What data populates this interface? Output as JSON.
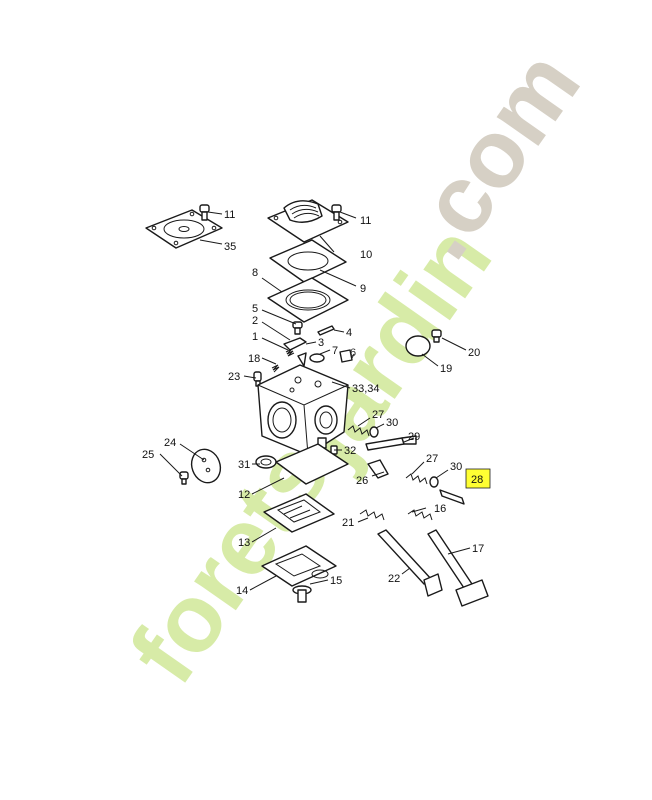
{
  "watermark": {
    "text_a": "forets",
    "text_b": "jardin",
    "text_c": ".com",
    "color_green": "#d7eba7",
    "color_orange": "#f7c48a",
    "color_grey": "#d6d0c5"
  },
  "highlight": {
    "label": "28",
    "color": "#ffff33"
  },
  "callouts": [
    {
      "id": "11a",
      "label": "11"
    },
    {
      "id": "35",
      "label": "35"
    },
    {
      "id": "11b",
      "label": "11"
    },
    {
      "id": "10",
      "label": "10"
    },
    {
      "id": "9",
      "label": "9"
    },
    {
      "id": "8",
      "label": "8"
    },
    {
      "id": "5",
      "label": "5"
    },
    {
      "id": "2",
      "label": "2"
    },
    {
      "id": "4",
      "label": "4"
    },
    {
      "id": "1",
      "label": "1"
    },
    {
      "id": "3",
      "label": "3"
    },
    {
      "id": "7",
      "label": "7"
    },
    {
      "id": "18",
      "label": "18"
    },
    {
      "id": "6",
      "label": "6"
    },
    {
      "id": "23",
      "label": "23"
    },
    {
      "id": "3334",
      "label": "33,34"
    },
    {
      "id": "20",
      "label": "20"
    },
    {
      "id": "19",
      "label": "19"
    },
    {
      "id": "27a",
      "label": "27"
    },
    {
      "id": "30a",
      "label": "30"
    },
    {
      "id": "24",
      "label": "24"
    },
    {
      "id": "29",
      "label": "29"
    },
    {
      "id": "32",
      "label": "32"
    },
    {
      "id": "25",
      "label": "25"
    },
    {
      "id": "31",
      "label": "31"
    },
    {
      "id": "27b",
      "label": "27"
    },
    {
      "id": "30b",
      "label": "30"
    },
    {
      "id": "26",
      "label": "26"
    },
    {
      "id": "12",
      "label": "12"
    },
    {
      "id": "16",
      "label": "16"
    },
    {
      "id": "21",
      "label": "21"
    },
    {
      "id": "13",
      "label": "13"
    },
    {
      "id": "17",
      "label": "17"
    },
    {
      "id": "22",
      "label": "22"
    },
    {
      "id": "14",
      "label": "14"
    },
    {
      "id": "15",
      "label": "15"
    }
  ]
}
